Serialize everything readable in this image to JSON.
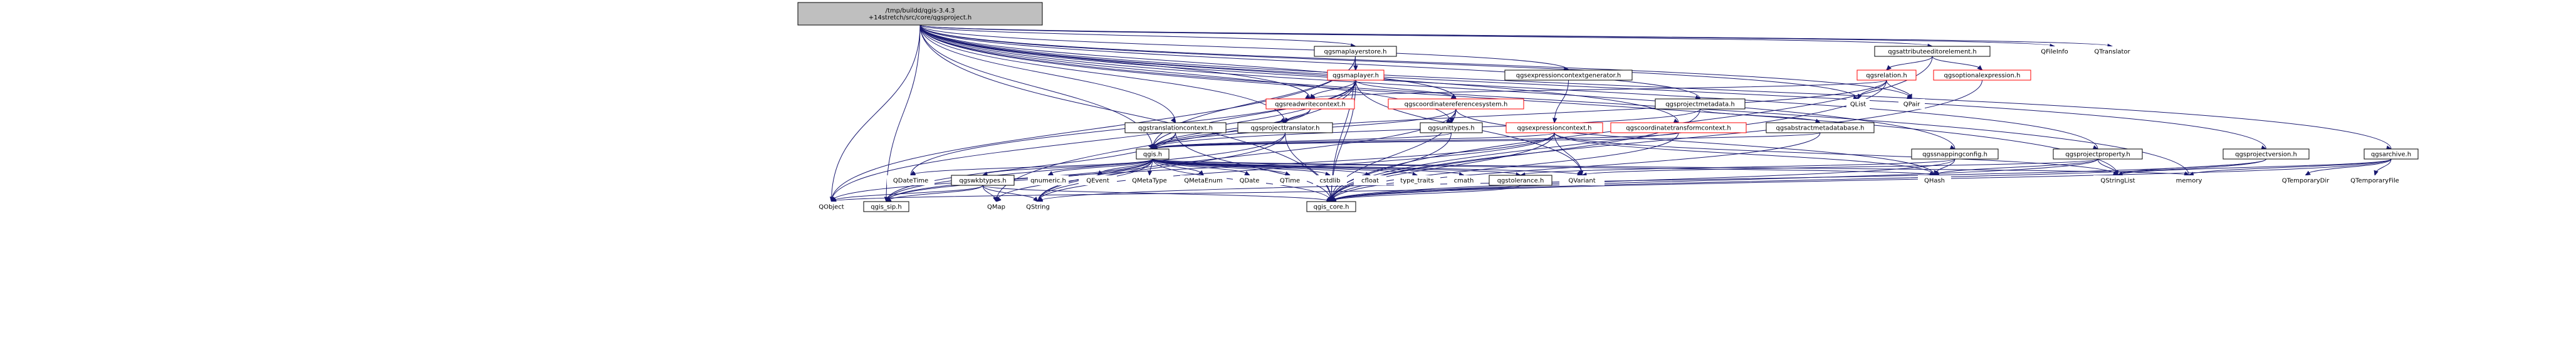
{
  "colors": {
    "edge": "#191970",
    "node_border_normal": "#000000",
    "node_border_red": "#ff0000",
    "node_fill": "#ffffff",
    "root_fill": "#bfbfbf"
  },
  "nodes": [
    {
      "id": "root",
      "lines": [
        "/tmp/buildd/qgis-3.4.3",
        "+14stretch/src/core/qgsproject.h"
      ],
      "style": "root"
    },
    {
      "id": "qgsmaplayerstore",
      "lines": [
        "qgsmaplayerstore.h"
      ],
      "style": "normal"
    },
    {
      "id": "qgsmaplayer",
      "lines": [
        "qgsmaplayer.h"
      ],
      "style": "red"
    },
    {
      "id": "qgsexpressioncontextgenerator",
      "lines": [
        "qgsexpressioncontextgenerator.h"
      ],
      "style": "normal"
    },
    {
      "id": "qgsattributeeditorelement",
      "lines": [
        "qgsattributeeditorelement.h"
      ],
      "style": "normal"
    },
    {
      "id": "qfileinfo",
      "lines": [
        "QFileInfo"
      ],
      "style": "plain"
    },
    {
      "id": "qtranslator",
      "lines": [
        "QTranslator"
      ],
      "style": "plain"
    },
    {
      "id": "qgsrelation",
      "lines": [
        "qgsrelation.h"
      ],
      "style": "red"
    },
    {
      "id": "qgsoptionalexpression",
      "lines": [
        "qgsoptionalexpression.h"
      ],
      "style": "red"
    },
    {
      "id": "qgsreadwritecontext",
      "lines": [
        "qgsreadwritecontext.h"
      ],
      "style": "red"
    },
    {
      "id": "qgscoordinatereferencesystem",
      "lines": [
        "qgscoordinatereferencesystem.h"
      ],
      "style": "red"
    },
    {
      "id": "qlist",
      "lines": [
        "QList"
      ],
      "style": "plain"
    },
    {
      "id": "qpair",
      "lines": [
        "QPair"
      ],
      "style": "plain"
    },
    {
      "id": "qgsprojectmetadata",
      "lines": [
        "qgsprojectmetadata.h"
      ],
      "style": "normal"
    },
    {
      "id": "qgsprojecttranslator",
      "lines": [
        "qgsprojecttranslator.h"
      ],
      "style": "normal"
    },
    {
      "id": "qgstranslationcontext",
      "lines": [
        "qgstranslationcontext.h"
      ],
      "style": "normal"
    },
    {
      "id": "qgsunittypes",
      "lines": [
        "qgsunittypes.h"
      ],
      "style": "normal"
    },
    {
      "id": "qgsexpressioncontext",
      "lines": [
        "qgsexpressioncontext.h"
      ],
      "style": "red"
    },
    {
      "id": "qgscoordinatetransformcontext",
      "lines": [
        "qgscoordinatetransformcontext.h"
      ],
      "style": "red"
    },
    {
      "id": "qgsabstractmetadatabase",
      "lines": [
        "qgsabstractmetadatabase.h"
      ],
      "style": "normal"
    },
    {
      "id": "qgsmappingconfig",
      "lines": [
        "qgssnappingconfig.h"
      ],
      "style": "normal"
    },
    {
      "id": "qgsprojectproperty",
      "lines": [
        "qgsprojectproperty.h"
      ],
      "style": "normal"
    },
    {
      "id": "qgsprojectversion",
      "lines": [
        "qgsprojectversion.h"
      ],
      "style": "normal"
    },
    {
      "id": "qgsarchive",
      "lines": [
        "qgsarchive.h"
      ],
      "style": "normal"
    },
    {
      "id": "qgis",
      "lines": [
        "qgis.h"
      ],
      "style": "normal"
    },
    {
      "id": "qdatetime",
      "lines": [
        "QDateTime"
      ],
      "style": "plain"
    },
    {
      "id": "qgswkbtypes",
      "lines": [
        "qgswkbtypes.h"
      ],
      "style": "normal"
    },
    {
      "id": "qnumeric",
      "lines": [
        "qnumeric.h"
      ],
      "style": "plain"
    },
    {
      "id": "qevent",
      "lines": [
        "QEvent"
      ],
      "style": "plain"
    },
    {
      "id": "qmetatype",
      "lines": [
        "QMetaType"
      ],
      "style": "plain"
    },
    {
      "id": "qmetaenum",
      "lines": [
        "QMetaEnum"
      ],
      "style": "plain"
    },
    {
      "id": "qdate",
      "lines": [
        "QDate"
      ],
      "style": "plain"
    },
    {
      "id": "qtime",
      "lines": [
        "QTime"
      ],
      "style": "plain"
    },
    {
      "id": "cstdlib",
      "lines": [
        "cstdlib"
      ],
      "style": "plain"
    },
    {
      "id": "cfloat",
      "lines": [
        "cfloat"
      ],
      "style": "plain"
    },
    {
      "id": "type_traits",
      "lines": [
        "type_traits"
      ],
      "style": "plain"
    },
    {
      "id": "cmath",
      "lines": [
        "cmath"
      ],
      "style": "plain"
    },
    {
      "id": "qgstolerance",
      "lines": [
        "qgstolerance.h"
      ],
      "style": "normal"
    },
    {
      "id": "qvariant",
      "lines": [
        "QVariant"
      ],
      "style": "plain"
    },
    {
      "id": "qhash",
      "lines": [
        "QHash"
      ],
      "style": "plain"
    },
    {
      "id": "qstringlist",
      "lines": [
        "QStringList"
      ],
      "style": "plain"
    },
    {
      "id": "memory",
      "lines": [
        "memory"
      ],
      "style": "plain"
    },
    {
      "id": "qtemporarydir",
      "lines": [
        "QTemporaryDir"
      ],
      "style": "plain"
    },
    {
      "id": "qtemporaryfile",
      "lines": [
        "QTemporaryFile"
      ],
      "style": "plain"
    },
    {
      "id": "qobject",
      "lines": [
        "QObject"
      ],
      "style": "plain"
    },
    {
      "id": "qgis_sip",
      "lines": [
        "qgis_sip.h"
      ],
      "style": "normal"
    },
    {
      "id": "qmap",
      "lines": [
        "QMap"
      ],
      "style": "plain"
    },
    {
      "id": "qstring",
      "lines": [
        "QString"
      ],
      "style": "plain"
    },
    {
      "id": "qgis_core",
      "lines": [
        "qgis_core.h"
      ],
      "style": "normal"
    }
  ],
  "edges": [
    [
      "root",
      "qgsmaplayerstore"
    ],
    [
      "root",
      "qgsexpressioncontextgenerator"
    ],
    [
      "root",
      "qgsattributeeditorelement"
    ],
    [
      "root",
      "qfileinfo"
    ],
    [
      "root",
      "qtranslator"
    ],
    [
      "root",
      "qgsreadwritecontext"
    ],
    [
      "root",
      "qgscoordinatereferencesystem"
    ],
    [
      "root",
      "qlist"
    ],
    [
      "root",
      "qpair"
    ],
    [
      "root",
      "qgsprojectmetadata"
    ],
    [
      "root",
      "qgsprojecttranslator"
    ],
    [
      "root",
      "qgstranslationcontext"
    ],
    [
      "root",
      "qgsunittypes"
    ],
    [
      "root",
      "qgscoordinatetransformcontext"
    ],
    [
      "root",
      "qgsmappingconfig"
    ],
    [
      "root",
      "qgsprojectproperty"
    ],
    [
      "root",
      "qgsprojectversion"
    ],
    [
      "root",
      "qgsarchive"
    ],
    [
      "root",
      "qgis"
    ],
    [
      "root",
      "qstringlist"
    ],
    [
      "root",
      "memory"
    ],
    [
      "root",
      "qobject"
    ],
    [
      "root",
      "qgis_sip"
    ],
    [
      "root",
      "qgis_core"
    ],
    [
      "qgsmaplayerstore",
      "qgsmaplayer"
    ],
    [
      "qgsmaplayerstore",
      "qgis"
    ],
    [
      "qgsmaplayerstore",
      "qobject"
    ],
    [
      "qgsmaplayerstore",
      "qgis_core"
    ],
    [
      "qgsmaplayer",
      "qgsreadwritecontext"
    ],
    [
      "qgsmaplayer",
      "qgscoordinatereferencesystem"
    ],
    [
      "qgsmaplayer",
      "qgis"
    ],
    [
      "qgsmaplayer",
      "qdatetime"
    ],
    [
      "qgsmaplayer",
      "qmap"
    ],
    [
      "qgsmaplayer",
      "qvariant"
    ],
    [
      "qgsmaplayer",
      "qgis_core"
    ],
    [
      "qgsmaplayer",
      "qobject"
    ],
    [
      "qgsexpressioncontextgenerator",
      "qgsexpressioncontext"
    ],
    [
      "qgsattributeeditorelement",
      "qgsrelation"
    ],
    [
      "qgsattributeeditorelement",
      "qgsoptionalexpression"
    ],
    [
      "qgsattributeeditorelement",
      "qgis_core"
    ],
    [
      "qgsrelation",
      "qgsreadwritecontext"
    ],
    [
      "qgsrelation",
      "qlist"
    ],
    [
      "qgsrelation",
      "qpair"
    ],
    [
      "qgsrelation",
      "qgis"
    ],
    [
      "qgsrelation",
      "qgis_core"
    ],
    [
      "qgsoptionalexpression",
      "qgis_core"
    ],
    [
      "qgsreadwritecontext",
      "qgsprojecttranslator"
    ],
    [
      "qgsreadwritecontext",
      "qgis"
    ],
    [
      "qgscoordinatereferencesystem",
      "qgsunittypes"
    ],
    [
      "qgscoordinatereferencesystem",
      "qgis"
    ],
    [
      "qgscoordinatereferencesystem",
      "qhash"
    ],
    [
      "qgscoordinatereferencesystem",
      "qstring"
    ],
    [
      "qgscoordinatereferencesystem",
      "qgis_core"
    ],
    [
      "qgsprojectmetadata",
      "qgsabstractmetadatabase"
    ],
    [
      "qgsprojectmetadata",
      "qgis"
    ],
    [
      "qgsprojectmetadata",
      "qgis_core"
    ],
    [
      "qgsprojecttranslator",
      "qgis_sip"
    ],
    [
      "qgsprojecttranslator",
      "qstring"
    ],
    [
      "qgsprojecttranslator",
      "qgis_core"
    ],
    [
      "qgstranslationcontext",
      "qgis"
    ],
    [
      "qgstranslationcontext",
      "qgis_sip"
    ],
    [
      "qgstranslationcontext",
      "qgis_core"
    ],
    [
      "qgsunittypes",
      "qgis"
    ],
    [
      "qgsunittypes",
      "qgis_core"
    ],
    [
      "qgsexpressioncontext",
      "qgis"
    ],
    [
      "qgsexpressioncontext",
      "qvariant"
    ],
    [
      "qgsexpressioncontext",
      "qhash"
    ],
    [
      "qgsexpressioncontext",
      "qstringlist"
    ],
    [
      "qgsexpressioncontext",
      "qgis_core"
    ],
    [
      "qgsexpressioncontext",
      "qstring"
    ],
    [
      "qgsexpressioncontext",
      "qgis_sip"
    ],
    [
      "qgscoordinatetransformcontext",
      "qgis"
    ],
    [
      "qgscoordinatetransformcontext",
      "qgis_core"
    ],
    [
      "qgsabstractmetadatabase",
      "qgis"
    ],
    [
      "qgsabstractmetadatabase",
      "qgis_core"
    ],
    [
      "qgsmappingconfig",
      "qgstolerance"
    ],
    [
      "qgsmappingconfig",
      "qhash"
    ],
    [
      "qgsmappingconfig",
      "qgis_core"
    ],
    [
      "qgsprojectproperty",
      "qvariant"
    ],
    [
      "qgsprojectproperty",
      "qhash"
    ],
    [
      "qgsprojectproperty",
      "qstringlist"
    ],
    [
      "qgsprojectproperty",
      "qgis_core"
    ],
    [
      "qgsprojectversion",
      "qstring"
    ],
    [
      "qgsprojectversion",
      "qstringlist"
    ],
    [
      "qgsprojectversion",
      "qgis_core"
    ],
    [
      "qgsarchive",
      "qstringlist"
    ],
    [
      "qgsarchive",
      "memory"
    ],
    [
      "qgsarchive",
      "qtemporarydir"
    ],
    [
      "qgsarchive",
      "qtemporaryfile"
    ],
    [
      "qgsarchive",
      "qgis_core"
    ],
    [
      "qgis",
      "qdatetime"
    ],
    [
      "qgis",
      "qgswkbtypes"
    ],
    [
      "qgis",
      "qnumeric"
    ],
    [
      "qgis",
      "qevent"
    ],
    [
      "qgis",
      "qmetatype"
    ],
    [
      "qgis",
      "qmetaenum"
    ],
    [
      "qgis",
      "qdate"
    ],
    [
      "qgis",
      "qtime"
    ],
    [
      "qgis",
      "cstdlib"
    ],
    [
      "qgis",
      "cfloat"
    ],
    [
      "qgis",
      "type_traits"
    ],
    [
      "qgis",
      "cmath"
    ],
    [
      "qgis",
      "qgstolerance"
    ],
    [
      "qgis",
      "qvariant"
    ],
    [
      "qgis",
      "qhash"
    ],
    [
      "qgis",
      "memory"
    ],
    [
      "qgis",
      "qmap"
    ],
    [
      "qgis",
      "qstring"
    ],
    [
      "qgis",
      "qgis_core"
    ],
    [
      "qgis",
      "qgis_sip"
    ],
    [
      "qgis",
      "qobject"
    ],
    [
      "qgswkbtypes",
      "qgis_sip"
    ],
    [
      "qgswkbtypes",
      "qmap"
    ],
    [
      "qgswkbtypes",
      "qstring"
    ],
    [
      "qgswkbtypes",
      "qgis_core"
    ],
    [
      "qgswkbtypes",
      "qobject"
    ],
    [
      "qgstolerance",
      "qgis_core"
    ],
    [
      "qgstolerance",
      "qobject"
    ]
  ]
}
